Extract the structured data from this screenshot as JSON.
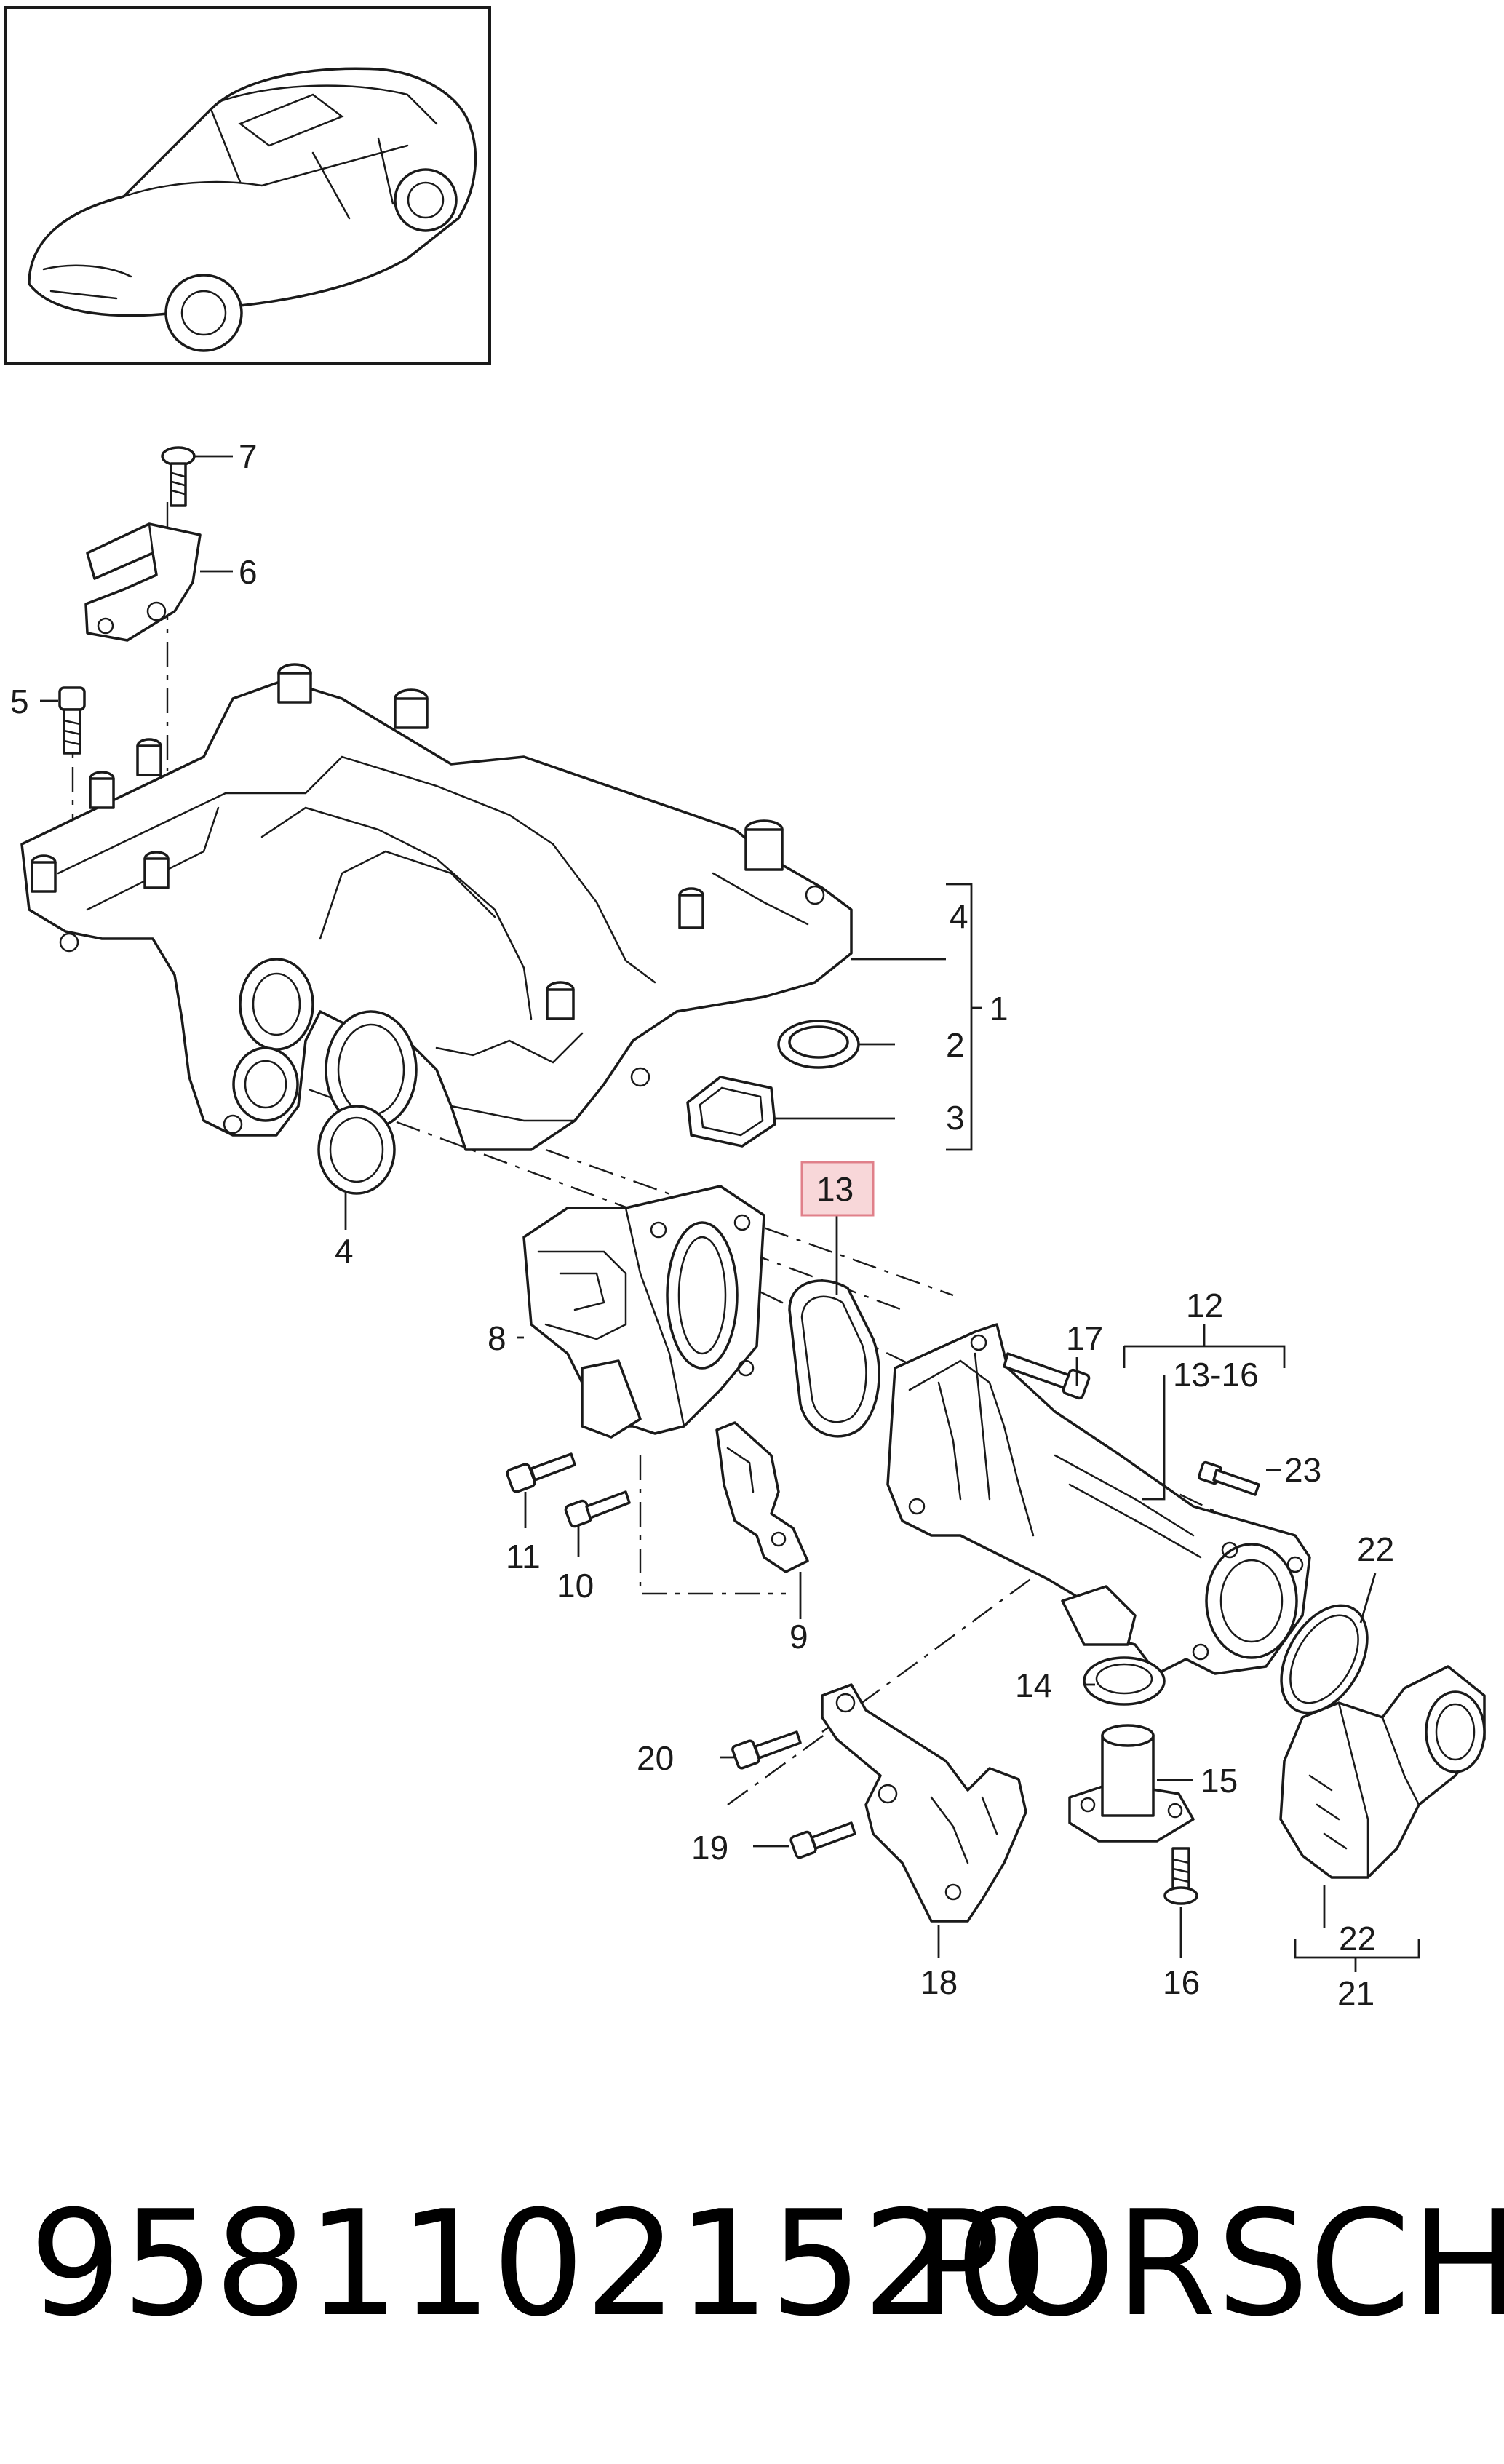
{
  "callouts": {
    "c1": "1",
    "c2": "2",
    "c3": "3",
    "c4a": "4",
    "c4b": "4",
    "c5": "5",
    "c6": "6",
    "c7": "7",
    "c8": "8",
    "c9": "9",
    "c10": "10",
    "c11": "11",
    "c12": "12",
    "c13": "13",
    "c1316": "13-16",
    "c14": "14",
    "c15": "15",
    "c16": "16",
    "c17": "17",
    "c18": "18",
    "c19": "19",
    "c20": "20",
    "c21": "21",
    "c22a": "22",
    "c22b": "22",
    "c23": "23"
  },
  "highlight": {
    "part": "13",
    "color": "#f8d7d9"
  },
  "footer": {
    "part_number": "95811021520",
    "brand": "PORSCHE"
  }
}
